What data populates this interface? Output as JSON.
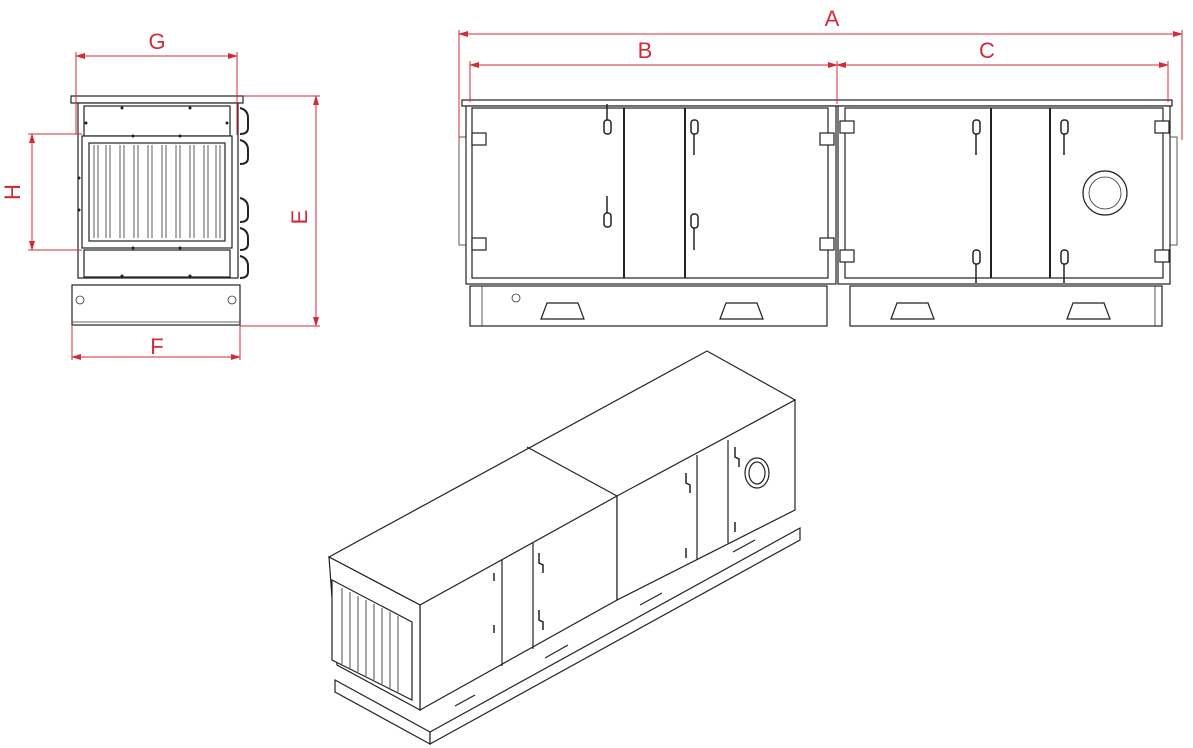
{
  "drawing": {
    "title": "Air handling unit dimensional drawing",
    "colors": {
      "dimension": "#d42a3a",
      "line": "#222222",
      "background": "#ffffff"
    },
    "dimensions": {
      "A": "A",
      "B": "B",
      "C": "C",
      "E": "E",
      "F": "F",
      "G": "G",
      "H": "H"
    },
    "views": [
      "front-end-view",
      "side-elevation-view",
      "isometric-view"
    ]
  }
}
